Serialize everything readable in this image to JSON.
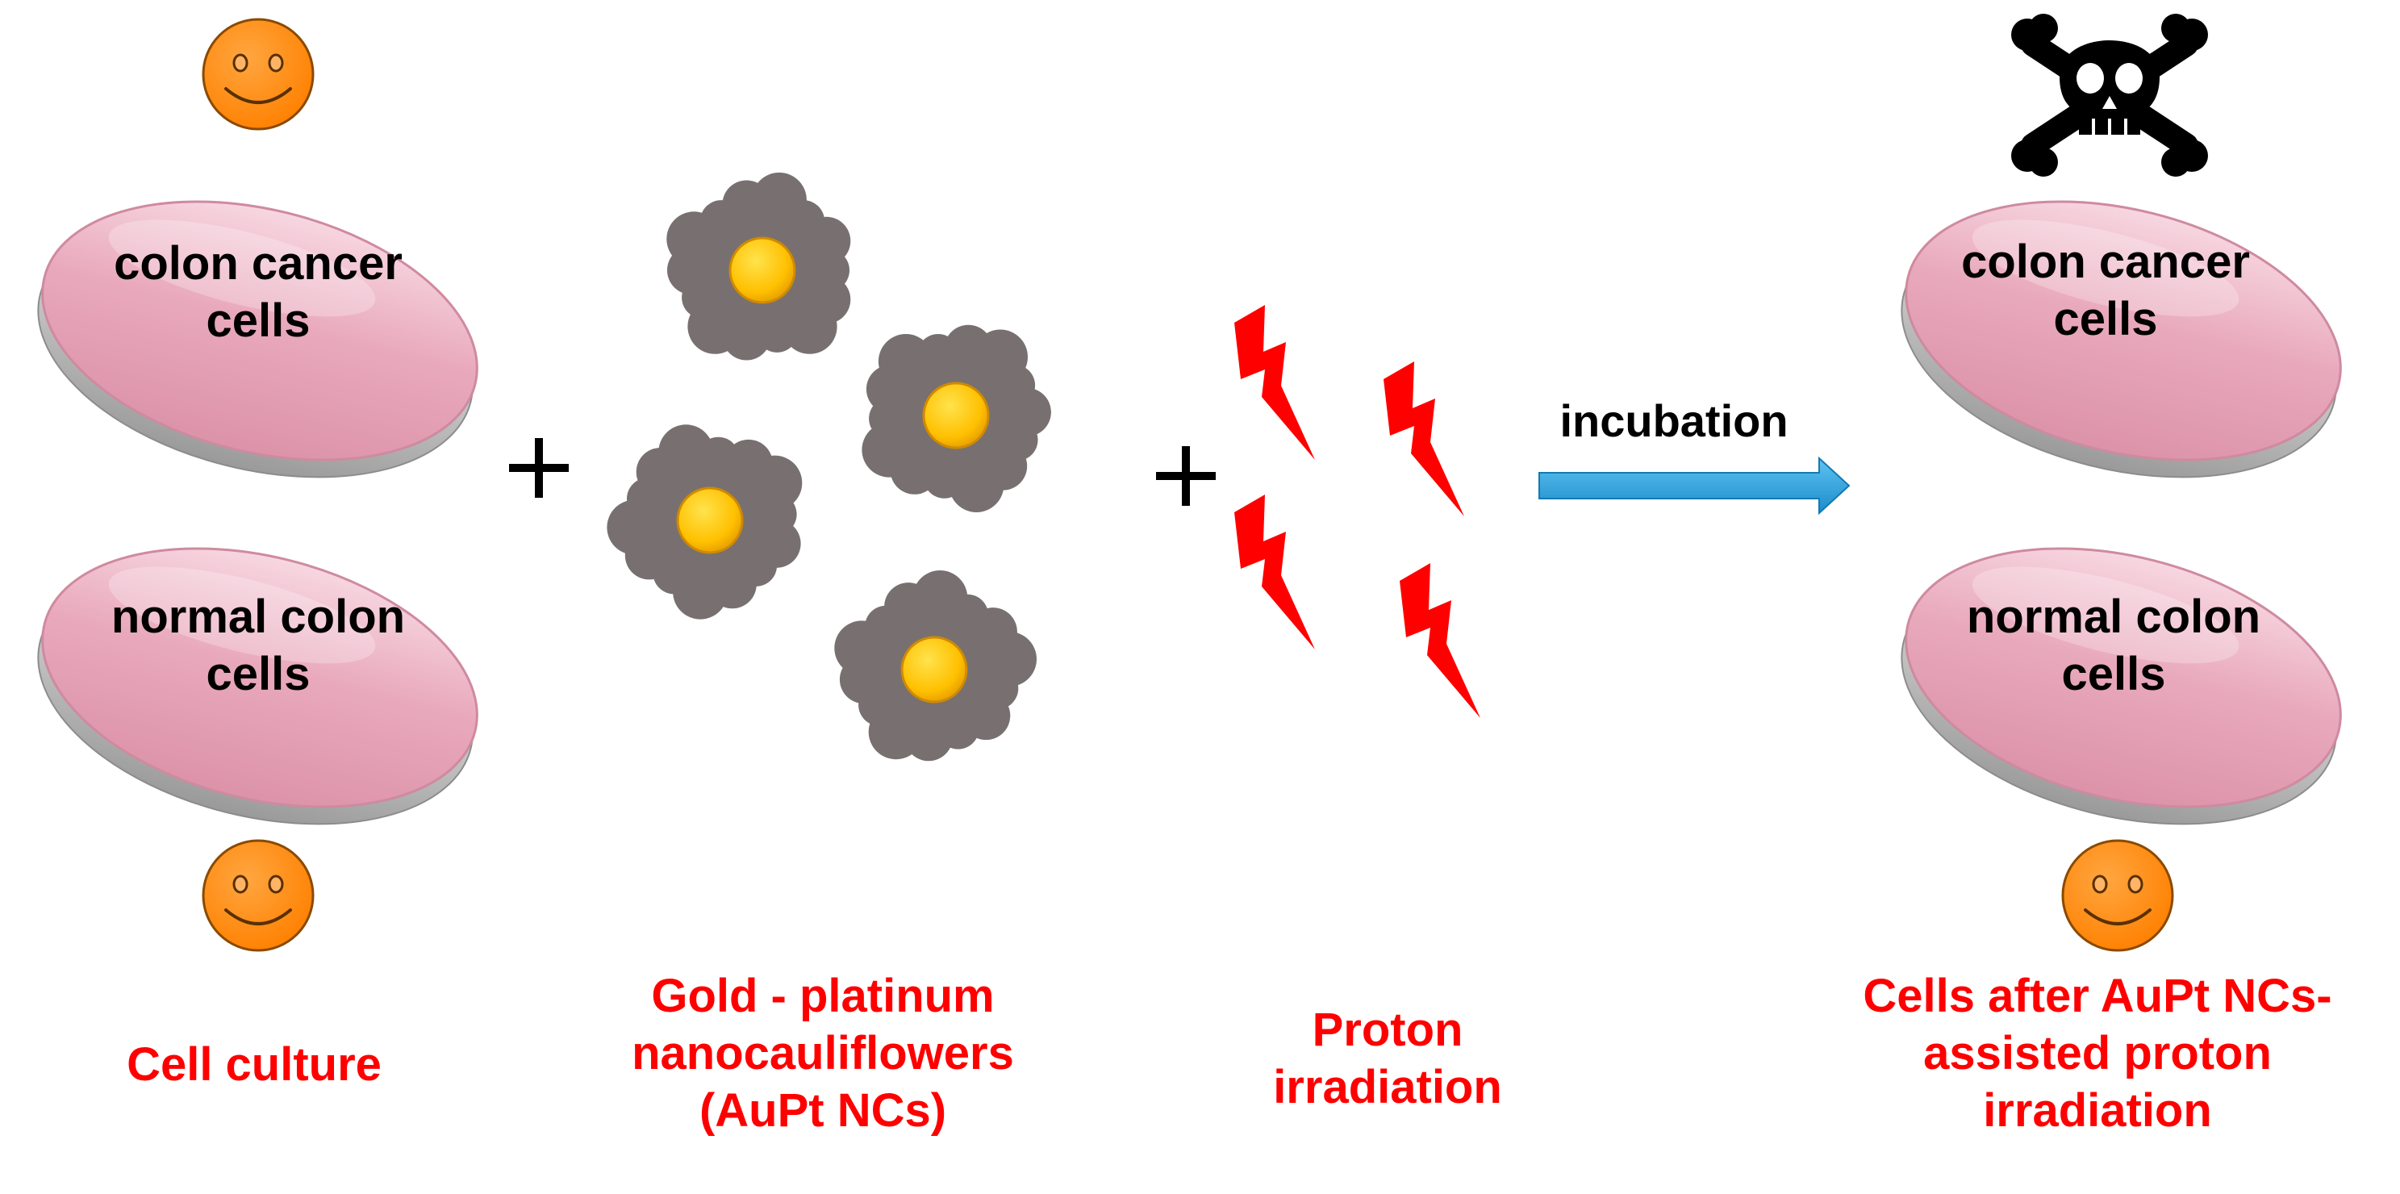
{
  "colors": {
    "dish_pink": "#e8a7bc",
    "dish_rim": "#c9c9c9",
    "smiley_fill": "#ff8c1a",
    "nanoparticle_gray": "#787070",
    "nanoparticle_core": "#ffc400",
    "lightning_red": "#ff0000",
    "arrow_blue": "#2fa3de",
    "caption_red": "#ff0000"
  },
  "icons": {
    "happy": "smiley-face-icon",
    "death": "skull-crossbones-icon",
    "particle": "nanocauliflower-icon",
    "radiation": "lightning-bolt-icon",
    "process": "right-arrow-icon"
  },
  "left_panel": {
    "dish_top": [
      "colon cancer",
      "cells"
    ],
    "dish_bottom": [
      "normal colon",
      "cells"
    ],
    "caption": [
      "Cell culture"
    ]
  },
  "plus_1": "+",
  "plus_2": "+",
  "nanoparticles": {
    "count": 4,
    "caption": [
      "Gold - platinum",
      "nanocauliflowers",
      "(AuPt NCs)"
    ]
  },
  "radiation": {
    "bolt_count": 4,
    "caption": [
      "Proton",
      "irradiation"
    ]
  },
  "arrow": {
    "label": "incubation"
  },
  "right_panel": {
    "dish_top": [
      "colon cancer",
      "cells"
    ],
    "dish_bottom": [
      "normal colon",
      "cells"
    ],
    "caption": [
      "Cells after AuPt NCs-",
      "assisted proton",
      "irradiation"
    ]
  }
}
